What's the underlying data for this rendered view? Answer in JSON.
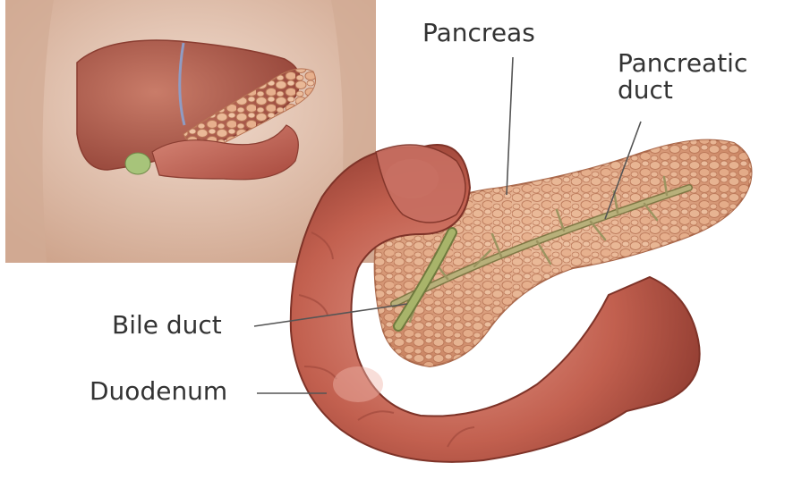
{
  "labels": {
    "pancreas": "Pancreas",
    "pancreatic_duct_line1": "Pancreatic",
    "pancreatic_duct_line2": "duct",
    "bile_duct": "Bile duct",
    "duodenum": "Duodenum"
  },
  "colors": {
    "inset_skin": "#e3c2ad",
    "liver": "#b8614f",
    "gallbladder": "#a7c47a",
    "duodenum": "#c9675a",
    "pancreas": "#e2a57f",
    "duct": "#a8a06a",
    "leader_line": "#555555",
    "label_text": "#333333"
  }
}
